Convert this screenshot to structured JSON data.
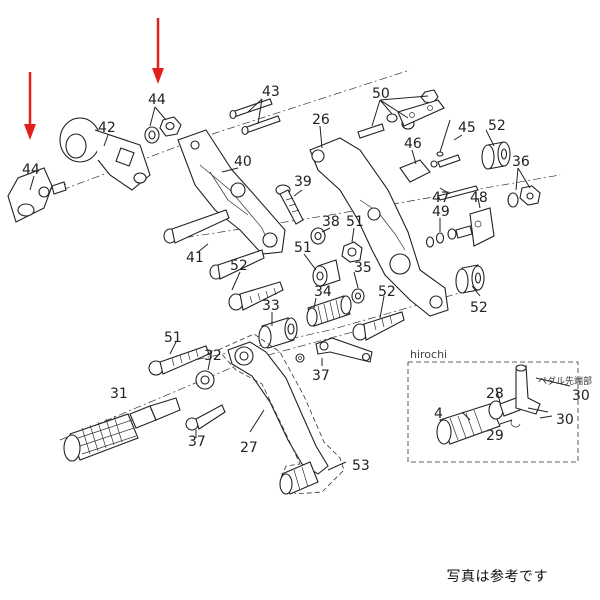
{
  "callouts": {
    "p44a": "44",
    "p44b": "44",
    "p42": "42",
    "p43": "43",
    "p40": "40",
    "p41": "41",
    "p39": "39",
    "p26": "26",
    "p50": "50",
    "p46": "46",
    "p45": "45",
    "p52a": "52",
    "p52b": "52",
    "p52c": "52",
    "p52d": "52",
    "p36": "36",
    "p47": "47",
    "p48": "48",
    "p49": "49",
    "p38": "38",
    "p51a": "51",
    "p51b": "51",
    "p51c": "51",
    "p35": "35",
    "p34": "34",
    "p33": "33",
    "p32": "32",
    "p31": "31",
    "p37a": "37",
    "p37b": "37",
    "p27": "27",
    "p53": "53",
    "p28": "28",
    "p4": "4",
    "p29": "29",
    "p30a": "30",
    "p30b": "30"
  },
  "inset_note": "ペダル先端部",
  "watermark": "hirochi",
  "caption": "写真は参考です",
  "colors": {
    "arrow": "#e0201b",
    "line": "#222222"
  }
}
